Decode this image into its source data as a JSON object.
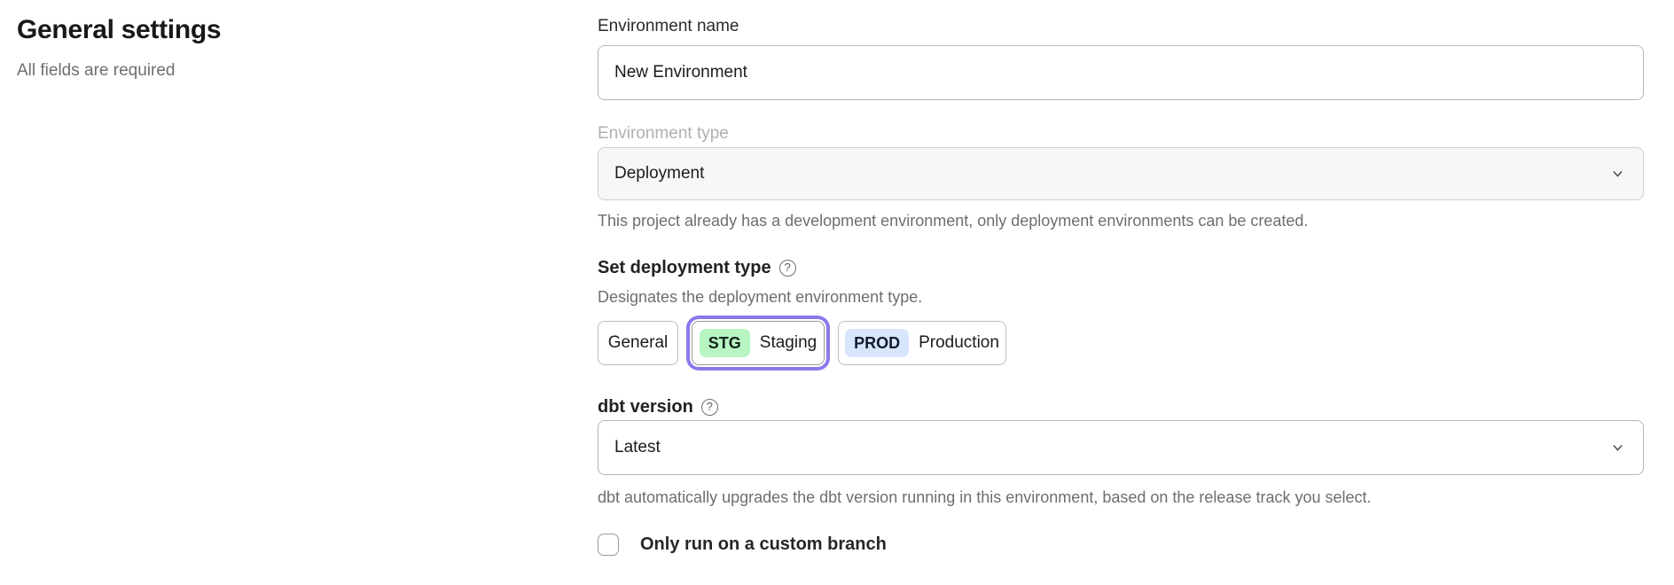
{
  "page": {
    "title": "General settings",
    "subtitle": "All fields are required"
  },
  "form": {
    "environment_name": {
      "label": "Environment name",
      "value": "New Environment"
    },
    "environment_type": {
      "label": "Environment type",
      "value": "Deployment",
      "disabled": true,
      "helper": "This project already has a development environment, only deployment environments can be created."
    },
    "deployment_type": {
      "label": "Set deployment type",
      "help_icon": "?",
      "description": "Designates the deployment environment type.",
      "options": [
        {
          "label": "General",
          "badge": "",
          "selected": false
        },
        {
          "label": "Staging",
          "badge": "STG",
          "selected": true
        },
        {
          "label": "Production",
          "badge": "PROD",
          "selected": false
        }
      ]
    },
    "dbt_version": {
      "label": "dbt version",
      "help_icon": "?",
      "value": "Latest",
      "helper": "dbt automatically upgrades the dbt version running in this environment, based on the release track you select."
    },
    "custom_branch": {
      "label": "Only run on a custom branch",
      "checked": false
    }
  },
  "colors": {
    "accent_ring": "#8a79ec",
    "staging_badge": "#b7f5c2",
    "production_badge": "#d8e6fd"
  }
}
